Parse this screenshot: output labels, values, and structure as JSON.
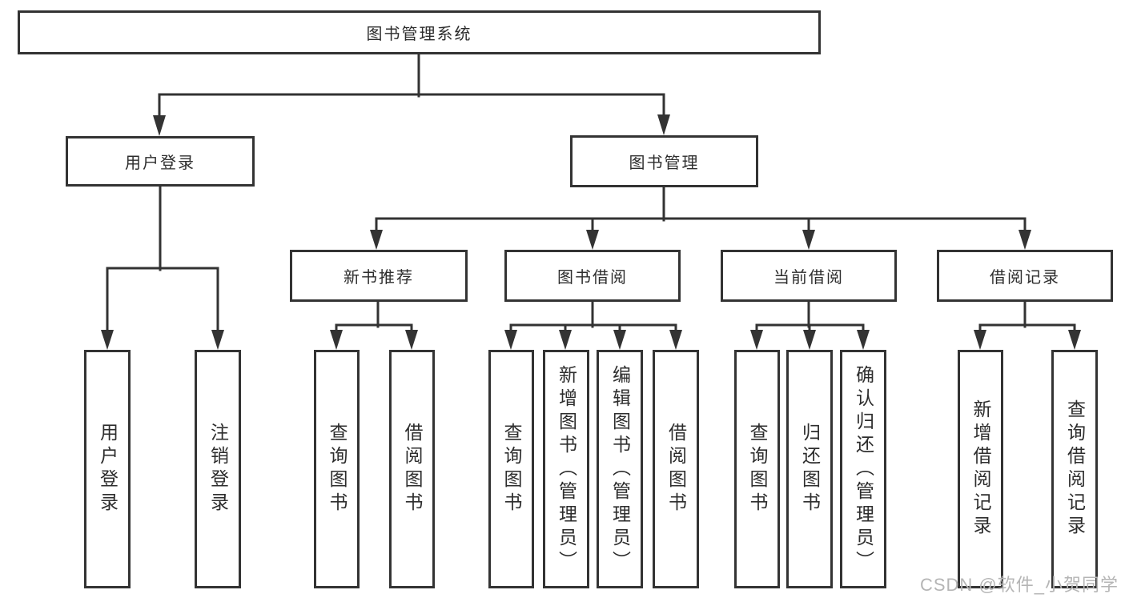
{
  "diagram_title": "图书管理系统",
  "nodes": {
    "root": {
      "label": "图书管理系统"
    },
    "level2": [
      {
        "label": "用户登录"
      },
      {
        "label": "图书管理"
      }
    ],
    "level3": [
      {
        "label": "新书推荐",
        "parent": "图书管理"
      },
      {
        "label": "图书借阅",
        "parent": "图书管理"
      },
      {
        "label": "当前借阅",
        "parent": "图书管理"
      },
      {
        "label": "借阅记录",
        "parent": "图书管理"
      }
    ],
    "leaves": [
      {
        "label": "用户登录",
        "parent": "用户登录"
      },
      {
        "label": "注销登录",
        "parent": "用户登录"
      },
      {
        "label": "查询图书",
        "parent": "新书推荐"
      },
      {
        "label": "借阅图书",
        "parent": "新书推荐"
      },
      {
        "label": "查询图书",
        "parent": "图书借阅"
      },
      {
        "label": "新增图书（管理员）",
        "parent": "图书借阅"
      },
      {
        "label": "编辑图书（管理员）",
        "parent": "图书借阅"
      },
      {
        "label": "借阅图书",
        "parent": "图书借阅"
      },
      {
        "label": "查询图书",
        "parent": "当前借阅"
      },
      {
        "label": "归还图书",
        "parent": "当前借阅"
      },
      {
        "label": "确认归还（管理员）",
        "parent": "当前借阅"
      },
      {
        "label": "新增借阅记录",
        "parent": "借阅记录"
      },
      {
        "label": "查询借阅记录",
        "parent": "借阅记录"
      }
    ]
  },
  "watermark": "CSDN @软件_小贺同学",
  "colors": {
    "line": "#333333",
    "text": "#2d2d2d",
    "background": "#ffffff",
    "watermark": "#b5b5b5"
  }
}
